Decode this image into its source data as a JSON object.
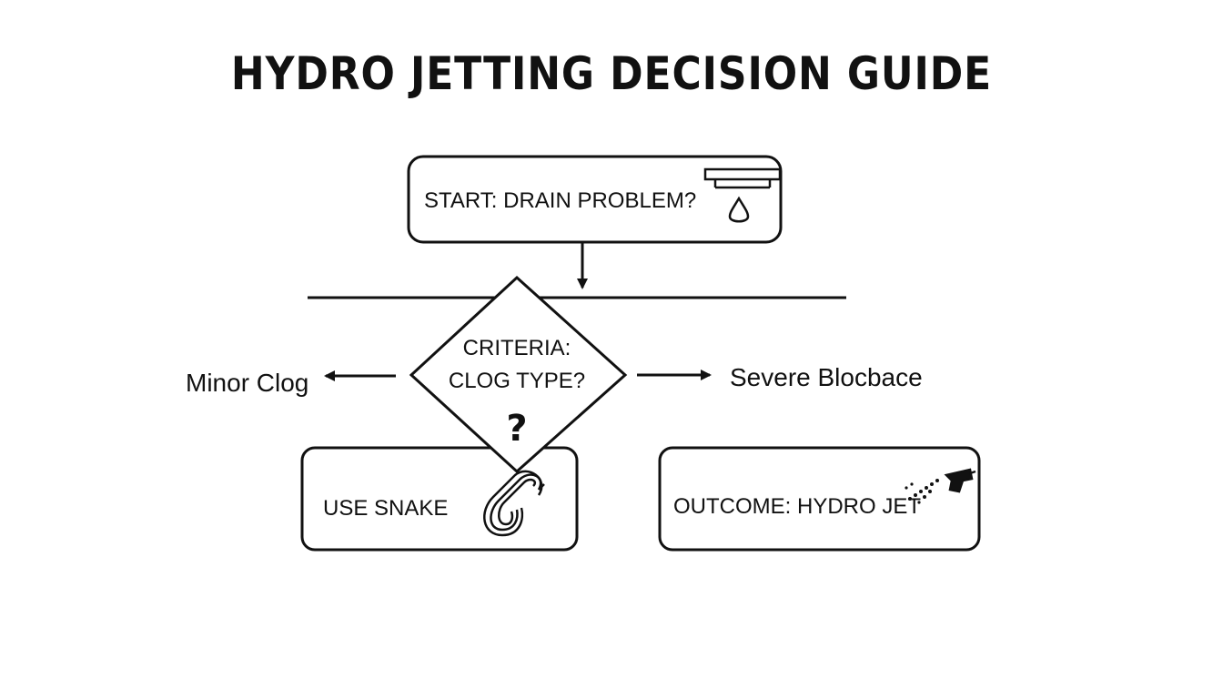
{
  "title": "HYDRO JETTING DECISION GUIDE",
  "nodes": {
    "start": {
      "label": "START: DRAIN PROBLEM?",
      "icon": "drain-drip-icon"
    },
    "decision": {
      "line1": "CRITERIA:",
      "line2": "CLOG TYPE?",
      "mark": "?"
    },
    "left_option": {
      "label": "Minor Clog"
    },
    "right_option": {
      "label": "Severe Blocbace"
    },
    "snake": {
      "label": "USE SNAKE",
      "icon": "snake-cable-icon"
    },
    "hydro": {
      "label": "OUTCOME: HYDRO JET",
      "icon": "spray-nozzle-icon"
    }
  },
  "colors": {
    "stroke": "#111111",
    "background": "#ffffff"
  }
}
